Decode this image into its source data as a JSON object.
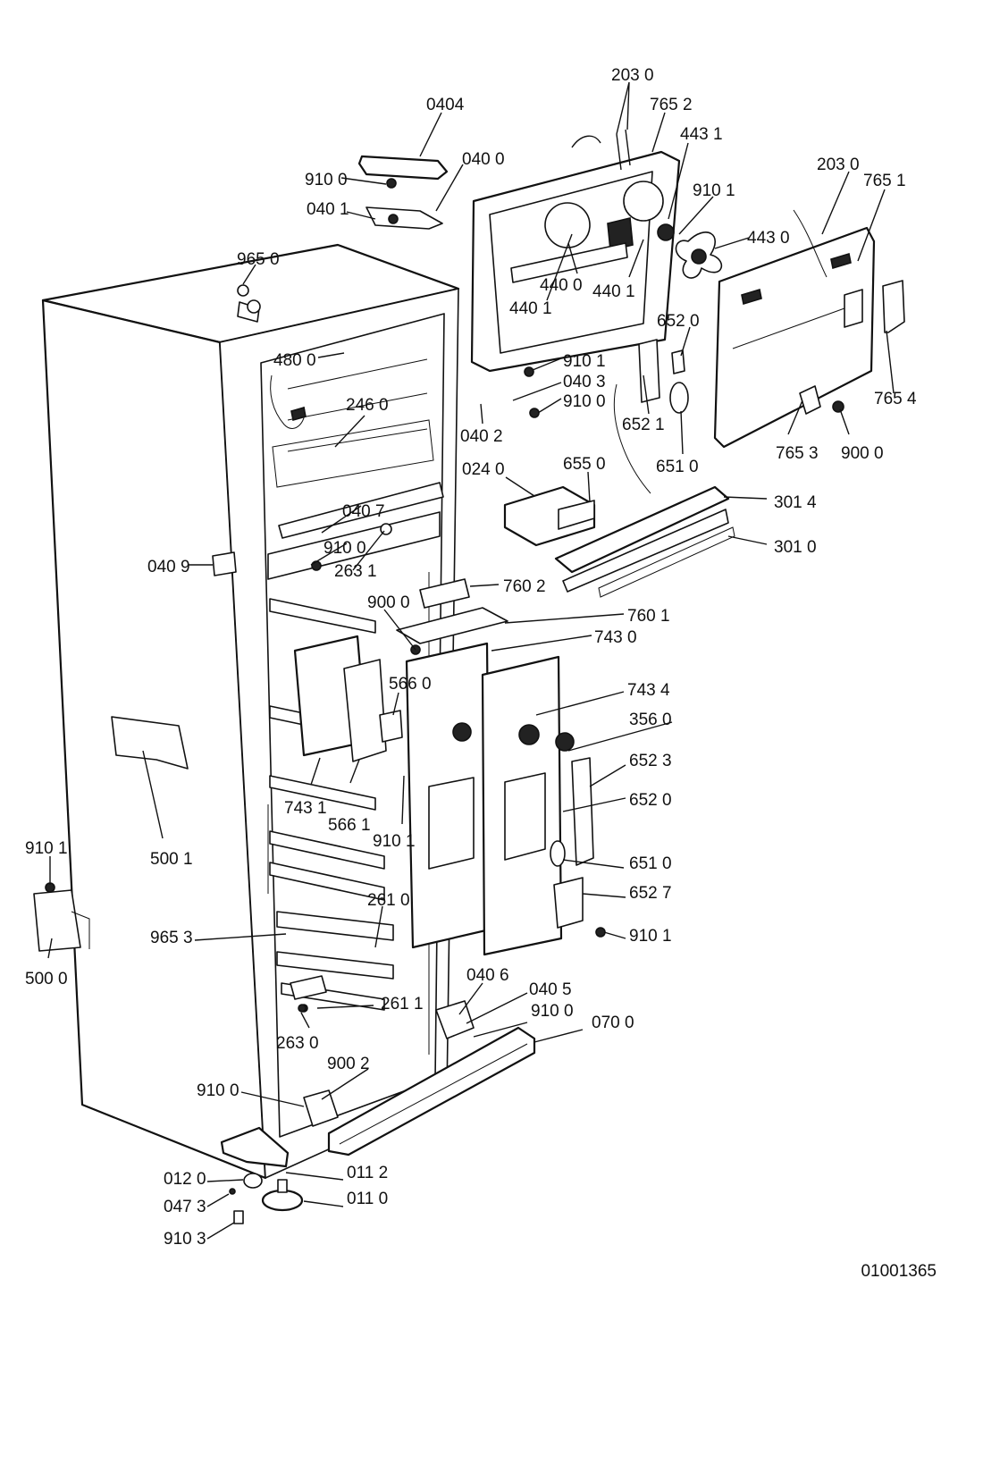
{
  "document_id": "01001365",
  "labels": {
    "l_2030a": "203 0",
    "l_7652": "765 2",
    "l_0404": "0404",
    "l_4431": "443 1",
    "l_0400": "040 0",
    "l_9100a": "910 0",
    "l_2030b": "203 0",
    "l_7651": "765 1",
    "l_9101a": "910 1",
    "l_0401": "040 1",
    "l_4430": "443 0",
    "l_9650": "965 0",
    "l_4400": "440 0",
    "l_4401a": "440 1",
    "l_4401b": "440 1",
    "l_6520a": "652 0",
    "l_4800": "480 0",
    "l_9101b": "910 1",
    "l_0403": "040 3",
    "l_7654": "765 4",
    "l_2460": "246 0",
    "l_9100b": "910 0",
    "l_6521": "652 1",
    "l_0402": "040 2",
    "l_7653": "765 3",
    "l_9000a": "900 0",
    "l_6510a": "651 0",
    "l_0240": "024 0",
    "l_6550": "655 0",
    "l_3014": "301 4",
    "l_0407": "040 7",
    "l_9100c": "910 0",
    "l_3010": "301 0",
    "l_0409": "040 9",
    "l_2631": "263 1",
    "l_7602": "760 2",
    "l_9000b": "900 0",
    "l_7601": "760 1",
    "l_7430": "743 0",
    "l_5660": "566 0",
    "l_7434": "743 4",
    "l_3560": "356 0",
    "l_6523": "652 3",
    "l_7431": "743 1",
    "l_5661": "566 1",
    "l_6520b": "652 0",
    "l_9101c": "910 1",
    "l_5001": "500 1",
    "l_9101d": "910 1",
    "l_6510b": "651 0",
    "l_6527": "652 7",
    "l_2610": "261 0",
    "l_9653": "965 3",
    "l_9101e": "910 1",
    "l_5000": "500 0",
    "l_0406": "040 6",
    "l_0405": "040 5",
    "l_2611": "261 1",
    "l_9100d": "910 0",
    "l_0700": "070 0",
    "l_2630": "263 0",
    "l_9002": "900 2",
    "l_9100e": "910 0",
    "l_0120": "012 0",
    "l_0112": "011 2",
    "l_0473": "047 3",
    "l_0110": "011 0",
    "l_9103": "910 3"
  }
}
